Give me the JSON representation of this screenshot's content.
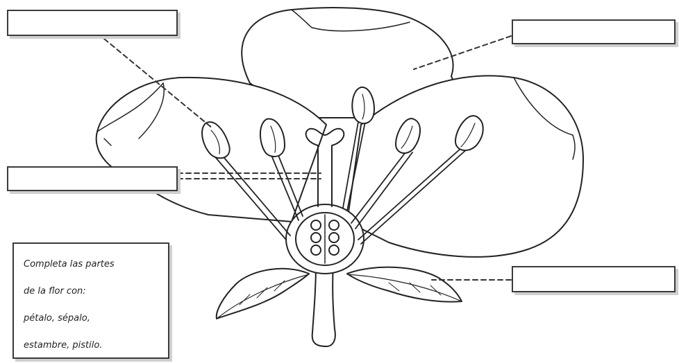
{
  "instructions": {
    "lines": [
      "Completa las partes",
      "de la flor con:",
      "pétalo, sépalo,",
      "estambre, pistilo."
    ]
  },
  "label_boxes": [
    {
      "id": "box-tl",
      "value": ""
    },
    {
      "id": "box-tr",
      "value": ""
    },
    {
      "id": "box-ml",
      "value": ""
    },
    {
      "id": "box-br",
      "value": ""
    }
  ],
  "colors": {
    "line": "#222222",
    "box_border": "#3a3a3a",
    "shadow": "#cfcfcf"
  }
}
